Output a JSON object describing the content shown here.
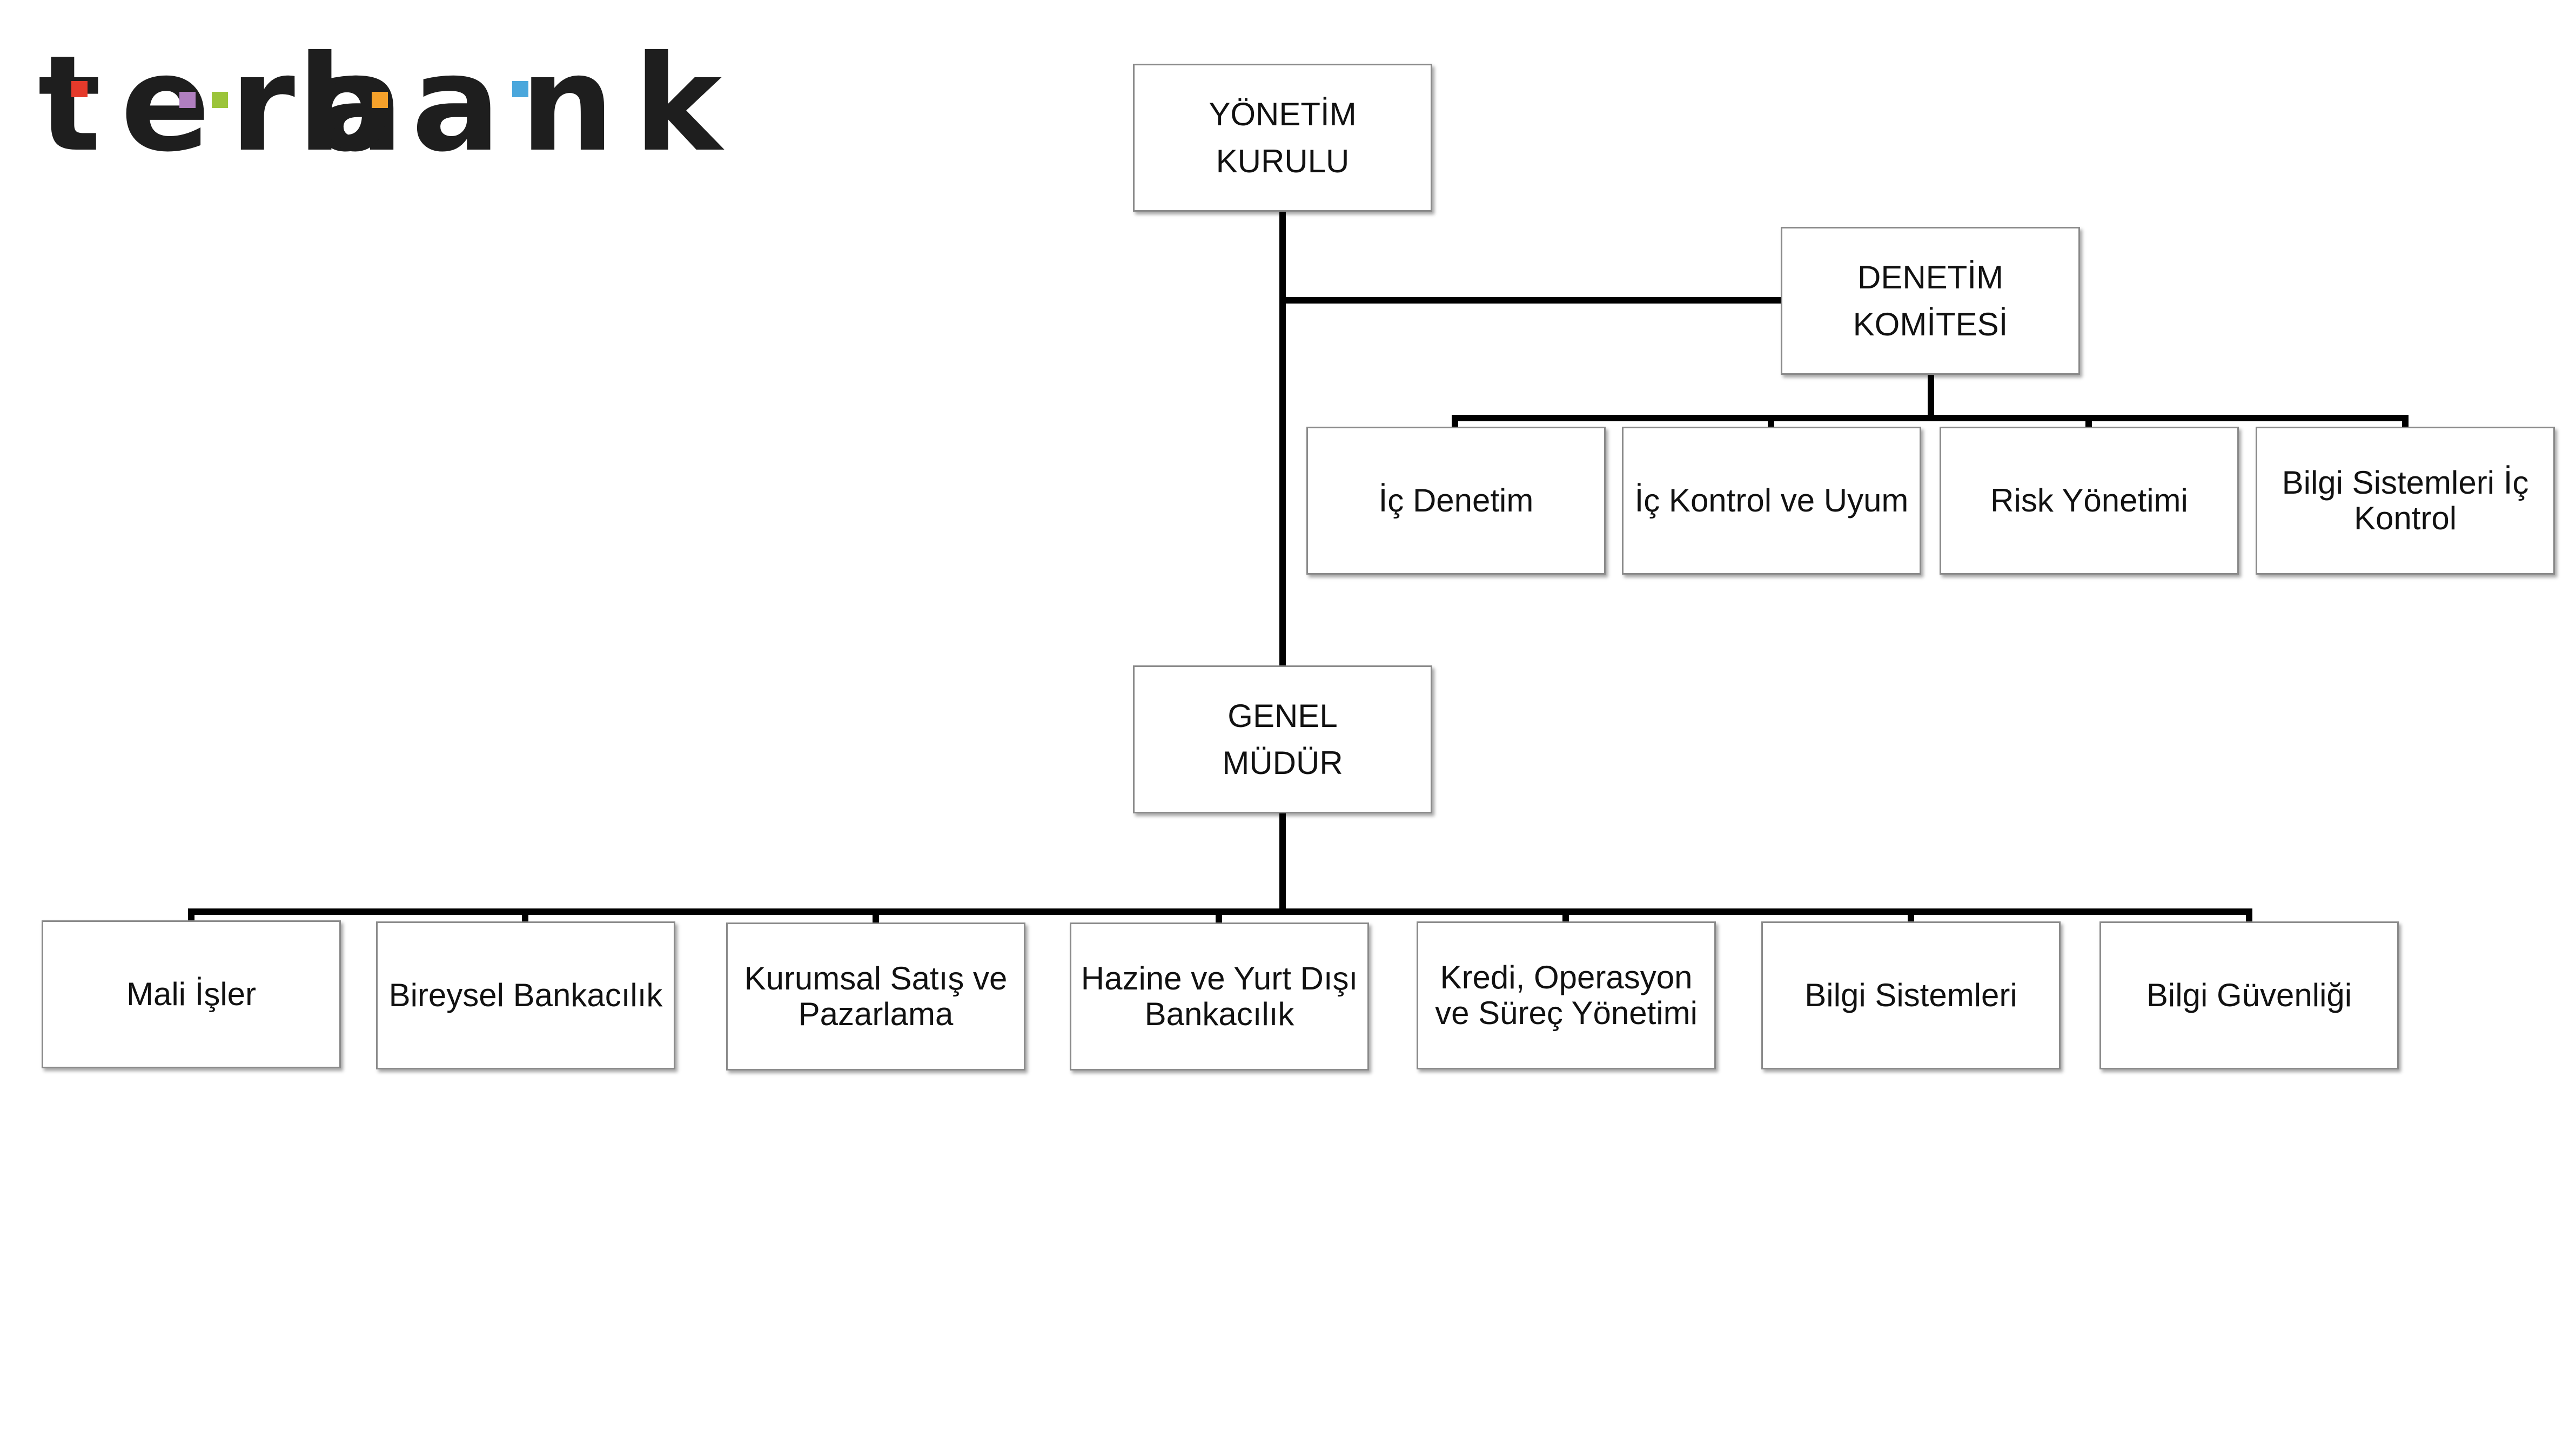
{
  "logo": {
    "word1": "tera",
    "word2": "bank",
    "square_colors": [
      "#e53a2b",
      "#b07fc0",
      "#9bc43a",
      "#f5a12b",
      "#4aa7dc"
    ]
  },
  "colors": {
    "connector": "#000000",
    "box_border": "#8a8a8a",
    "text": "#111111"
  },
  "nodes": {
    "yonetim_kurulu": "YÖNETİM\nKURULU",
    "denetim_komitesi": "DENETİM\nKOMİTESİ",
    "genel_mudur": "GENEL\nMÜDÜR",
    "committee_units": [
      "İç Denetim",
      "İç Kontrol ve Uyum",
      "Risk Yönetimi",
      "Bilgi Sistemleri İç\nKontrol"
    ],
    "departments": [
      "Mali İşler",
      "Bireysel Bankacılık",
      "Kurumsal Satış ve\nPazarlama",
      "Hazine ve Yurt Dışı\nBankacılık",
      "Kredi, Operasyon\nve Süreç Yönetimi",
      "Bilgi Sistemleri",
      "Bilgi Güvenliği"
    ]
  }
}
